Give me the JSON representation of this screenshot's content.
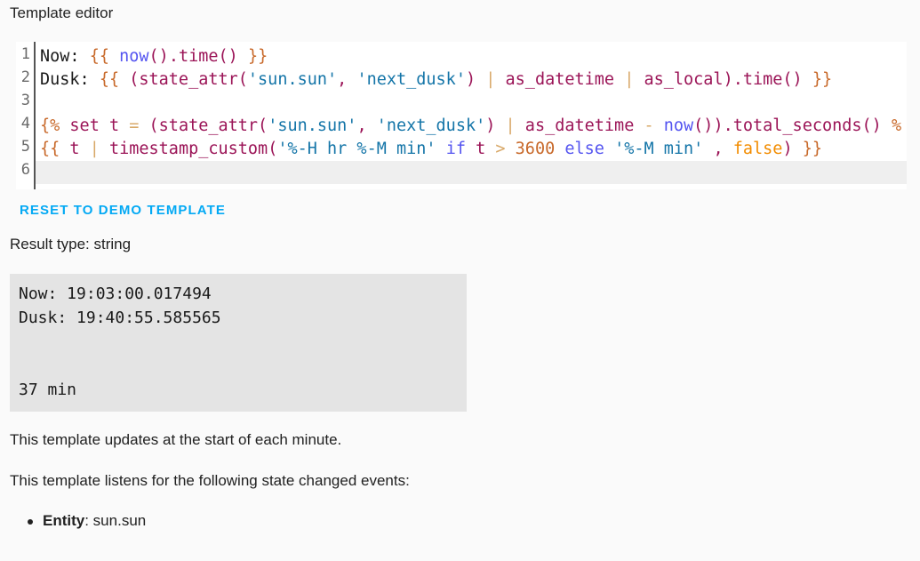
{
  "title": "Template editor",
  "editor": {
    "line_numbers": [
      "1",
      "2",
      "3",
      "4",
      "5",
      "6"
    ],
    "lines": [
      [
        [
          "def",
          "Now: "
        ],
        [
          "brace",
          "{{"
        ],
        [
          "def",
          " "
        ],
        [
          "kw",
          "now"
        ],
        [
          "fn",
          "().time() "
        ],
        [
          "brace",
          "}}"
        ]
      ],
      [
        [
          "def",
          "Dusk: "
        ],
        [
          "brace",
          "{{"
        ],
        [
          "fn",
          " (state_attr("
        ],
        [
          "str",
          "'sun.sun'"
        ],
        [
          "fn",
          ", "
        ],
        [
          "str",
          "'next_dusk'"
        ],
        [
          "fn",
          ") "
        ],
        [
          "op",
          "|"
        ],
        [
          "fn",
          " as_datetime "
        ],
        [
          "op",
          "|"
        ],
        [
          "fn",
          " as_local).time() "
        ],
        [
          "brace",
          "}}"
        ]
      ],
      [],
      [
        [
          "brace",
          "{%"
        ],
        [
          "fn",
          " set t "
        ],
        [
          "op",
          "="
        ],
        [
          "fn",
          " (state_attr("
        ],
        [
          "str",
          "'sun.sun'"
        ],
        [
          "fn",
          ", "
        ],
        [
          "str",
          "'next_dusk'"
        ],
        [
          "fn",
          ") "
        ],
        [
          "op",
          "|"
        ],
        [
          "fn",
          " as_datetime "
        ],
        [
          "op",
          "-"
        ],
        [
          "fn",
          " "
        ],
        [
          "kw",
          "now"
        ],
        [
          "fn",
          "()).total_seconds() "
        ],
        [
          "brace",
          "%"
        ]
      ],
      [
        [
          "brace",
          "{{"
        ],
        [
          "fn",
          " t "
        ],
        [
          "op",
          "|"
        ],
        [
          "fn",
          " timestamp_custom("
        ],
        [
          "str",
          "'%-H hr %-M min'"
        ],
        [
          "fn",
          " "
        ],
        [
          "kw",
          "if"
        ],
        [
          "fn",
          " t "
        ],
        [
          "op",
          ">"
        ],
        [
          "fn",
          " "
        ],
        [
          "num",
          "3600"
        ],
        [
          "fn",
          " "
        ],
        [
          "kw",
          "else"
        ],
        [
          "fn",
          " "
        ],
        [
          "str",
          "'%-M min'"
        ],
        [
          "fn",
          " , "
        ],
        [
          "bool",
          "false"
        ],
        [
          "fn",
          ") "
        ],
        [
          "brace",
          "}}"
        ]
      ],
      []
    ]
  },
  "reset_label": "RESET TO DEMO TEMPLATE",
  "result_type": "Result type: string",
  "result_output": "Now: 19:03:00.017494\nDusk: 19:40:55.585565\n\n\n37 min",
  "update_info": "This template updates at the start of each minute.",
  "listens_info": "This template listens for the following state changed events:",
  "listeners": [
    {
      "label": "Entity",
      "value": ": sun.sun"
    }
  ]
}
